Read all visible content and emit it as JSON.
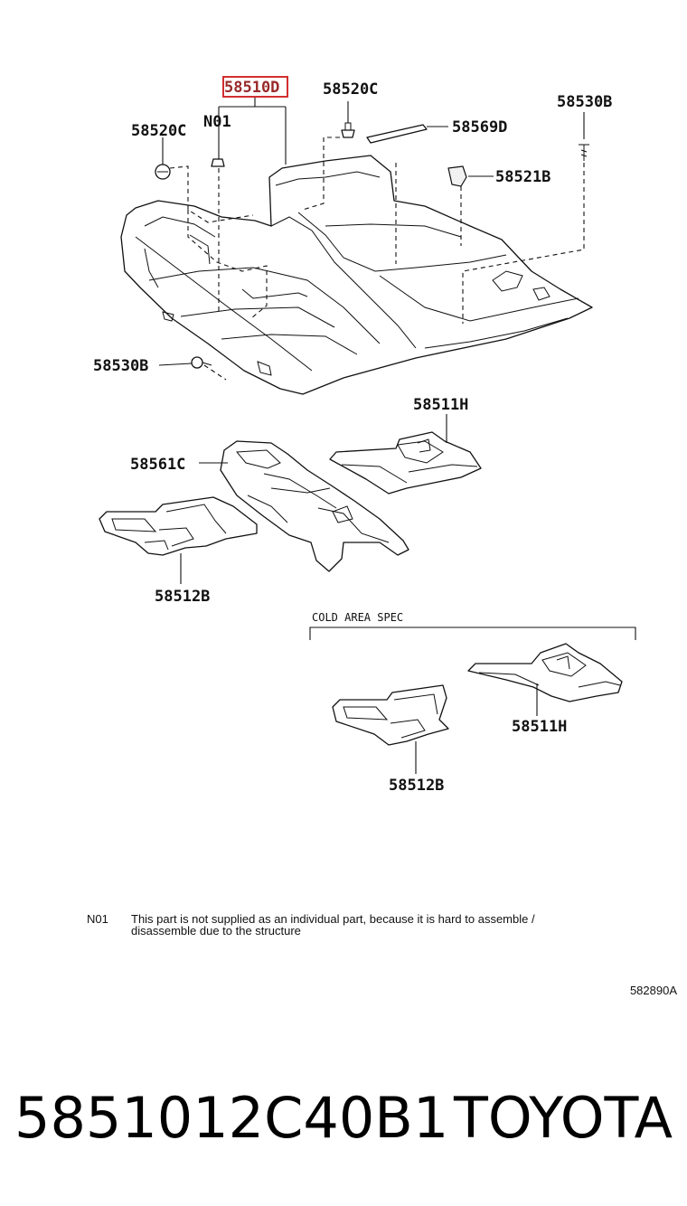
{
  "callouts": {
    "main_carpet": "58510D",
    "clip_top": "58520C",
    "clip_left": "58520C",
    "note_ref": "N01",
    "plate": "58569D",
    "screw_right": "58530B",
    "retainer": "58521B",
    "screw_left": "58530B",
    "rear_mat": "58511H",
    "center_tunnel": "58561C",
    "front_mat": "58512B",
    "cold_rear_mat": "58511H",
    "cold_front_mat": "58512B"
  },
  "cold_area": {
    "label": "COLD AREA SPEC"
  },
  "note": {
    "code": "N01",
    "line1": "This part is not supplied as an individual part, because it is hard to assemble /",
    "line2": "disassemble due to the structure"
  },
  "diagram_code": "582890A",
  "footer": {
    "part_number": "5851012C40B1",
    "brand": "TOYOTA"
  },
  "colors": {
    "highlight": "#d32f2f"
  }
}
